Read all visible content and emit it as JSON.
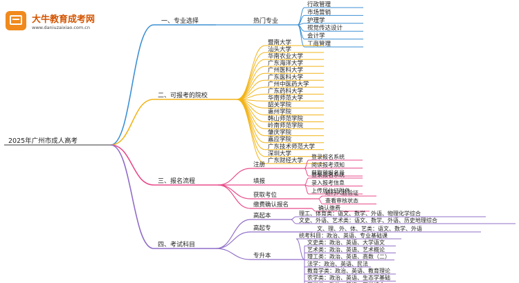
{
  "logo": {
    "name": "大牛教育成考网",
    "url": "www.daniuzaixiao.com.cn"
  },
  "root": "2025年广州市成人高考",
  "branches": {
    "b1": {
      "label": "一、专业选择",
      "sub": "热门专业",
      "items": [
        "行政管理",
        "市场营销",
        "护理学",
        "视觉传达设计",
        "会计学",
        "工商管理"
      ]
    },
    "b2": {
      "label": "二、可报考的院校",
      "items": [
        "暨南大学",
        "汕头大学",
        "华南农业大学",
        "广东海洋大学",
        "广州医科大学",
        "广东医科大学",
        "广州中医药大学",
        "广东药科大学",
        "华南师范大学",
        "韶关学院",
        "惠州学院",
        "韩山师范学院",
        "岭南师范学院",
        "肇庆学院",
        "嘉应学院",
        "广东技术师范大学",
        "深圳大学",
        "广东财经大学"
      ]
    },
    "b3": {
      "label": "三、报名流程",
      "steps": [
        {
          "label": "注册",
          "items": [
            "登录报名系统",
            "阅读报考须知",
            "获取预报名号"
          ]
        },
        {
          "label": "填报",
          "items": [
            "登录报名系统",
            "录入报考信息",
            "上传居住证附件"
          ]
        },
        {
          "label": "获取考位",
          "items": [
            "进行人脸验证",
            "查看审核状态"
          ]
        },
        {
          "label": "缴费确认报名",
          "items": [
            "确认缴费"
          ]
        }
      ]
    },
    "b4": {
      "label": "四、考试科目",
      "gaoqiben": {
        "label": "高起本",
        "items": [
          "理工、体育类：语文、数学、外语、物理化学综合",
          "文史、外语、艺术类：语文、数学、外语、历史地理综合"
        ]
      },
      "gaoqizhuan": {
        "label": "高起专",
        "items": [
          "文、理、外、体、艺类：语文、数学、外语"
        ]
      },
      "zhuanshengben": {
        "label": "专升本",
        "items": [
          "统考科目：政治、英语、专业基础课",
          "文史类：政治、英语、大学语文",
          "艺术类：政治、英语、艺术概论",
          "理工类：政治、英语、高数（二）",
          "法学：政治、英语、民法",
          "教育学类：政治、英语、教育理论",
          "农学类：政治、英语、生态学基础",
          "医学类：政治、英语、医学综合"
        ]
      }
    }
  },
  "colors": {
    "b1": "#3b8fd4",
    "b2": "#f2b417",
    "b3": "#e84a8a",
    "b4": "#8f6cc7"
  }
}
